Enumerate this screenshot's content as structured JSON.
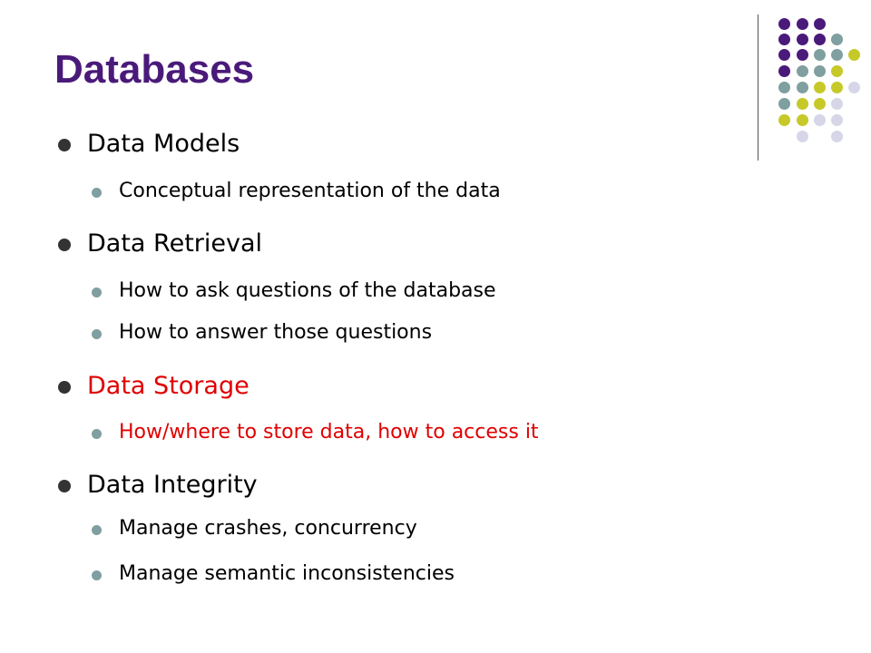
{
  "slide": {
    "title": "Databases",
    "colors": {
      "title": "#4a1a7a",
      "text": "#000000",
      "highlight": "#e00000",
      "bullet_main": "#333333",
      "bullet_sub": "#7f9fa0"
    },
    "dot_palette": [
      "#4a1a7a",
      "#7f9fa0",
      "#c6c928",
      "#d6d6e8"
    ],
    "bullets": [
      {
        "level": 1,
        "text": "Data Models",
        "highlight": false
      },
      {
        "level": 2,
        "text": "Conceptual representation of the data",
        "highlight": false
      },
      {
        "level": 1,
        "text": "Data Retrieval",
        "highlight": false
      },
      {
        "level": 2,
        "text": "How to ask questions of the database",
        "highlight": false
      },
      {
        "level": 2,
        "text": "How to answer those questions",
        "highlight": false
      },
      {
        "level": 1,
        "text": "Data Storage",
        "highlight": true
      },
      {
        "level": 2,
        "text": "How/where to store data, how to access it",
        "highlight": true
      },
      {
        "level": 1,
        "text": "Data Integrity",
        "highlight": false
      },
      {
        "level": 2,
        "text": "Manage crashes, concurrency",
        "highlight": false
      },
      {
        "level": 2,
        "text": "Manage semantic inconsistencies",
        "highlight": false
      }
    ]
  }
}
